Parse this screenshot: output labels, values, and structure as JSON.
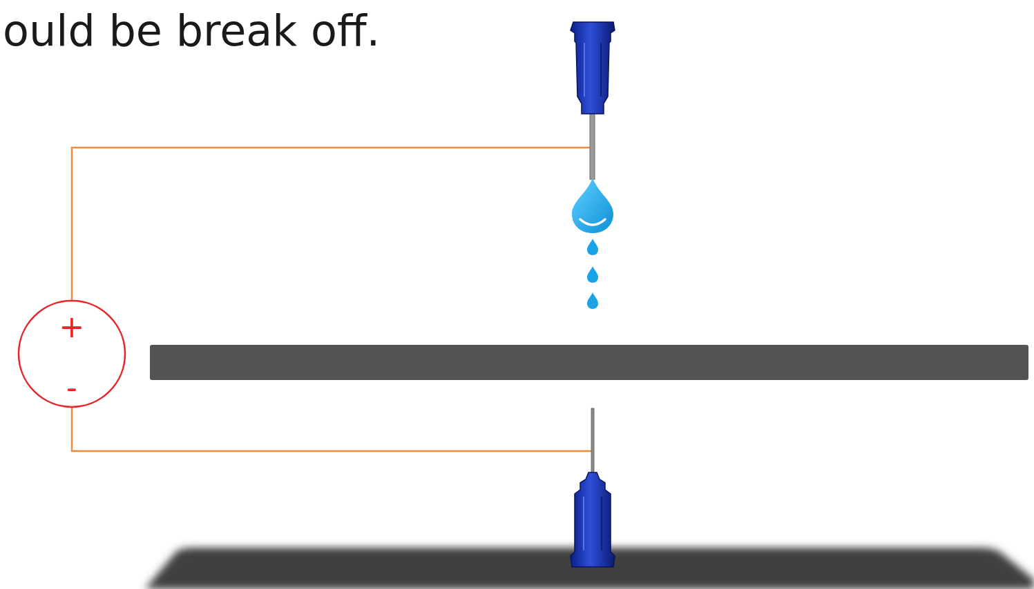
{
  "diagram": {
    "labels": [
      "ould be break off.",
      "+",
      "-"
    ]
  }
}
